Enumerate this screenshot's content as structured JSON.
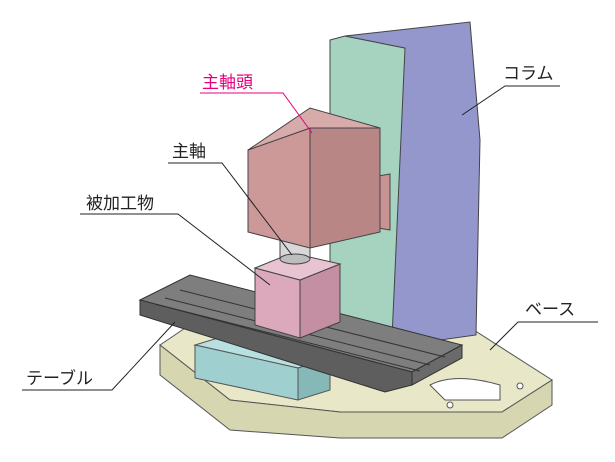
{
  "labels": {
    "spindle_head": "主軸頭",
    "spindle": "主軸",
    "workpiece": "被加工物",
    "table": "テーブル",
    "column": "コラム",
    "base": "ベース"
  },
  "colors": {
    "spindle_head_label": "#e6007e",
    "default_label": "#222222",
    "column_front": "#9fc9b5",
    "column_body": "#8f93c8",
    "spindle_head": "#c99393",
    "workpiece": "#d9a6b8",
    "table": "#6e6e6e",
    "base": "#e6e6c6",
    "saddle": "#9fcfcf"
  }
}
